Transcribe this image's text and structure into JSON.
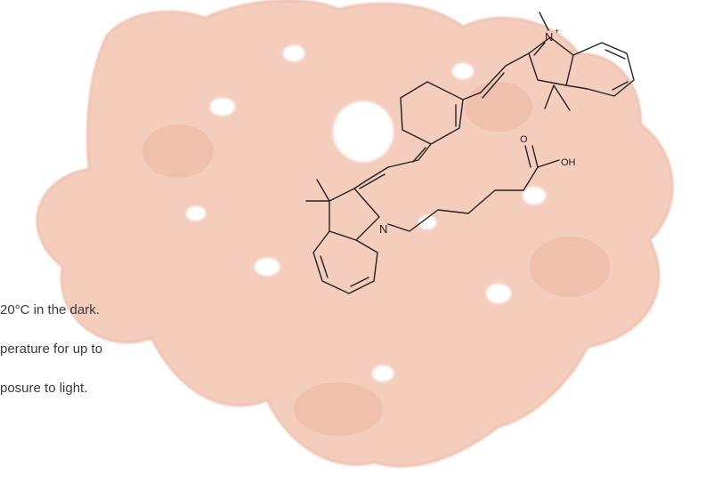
{
  "colors": {
    "blob_fill": "#f4cdbd",
    "blob_edge": "#e4a890",
    "bond": "#222222",
    "text": "#3a3a3a"
  },
  "molecule": {
    "atoms": {
      "n_plus": "N",
      "n_plus_charge": "+",
      "n_neutral": "N",
      "carbonyl_o": "O",
      "hydroxyl": "OH"
    }
  },
  "notes": [
    "20°C in the dark.",
    "perature for up to",
    "posure to light."
  ]
}
